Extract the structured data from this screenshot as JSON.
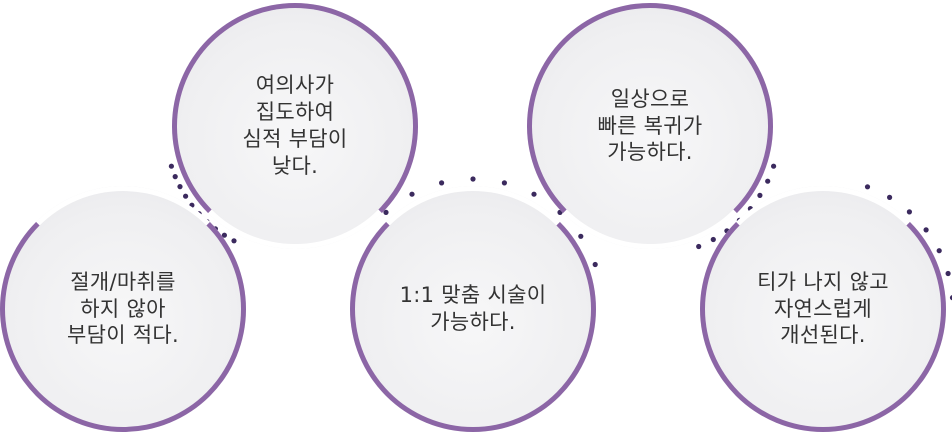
{
  "items": [
    {
      "text": "절개/마취를\n하지 않아\n부담이 적다."
    },
    {
      "text": "여의사가\n집도하여\n심적 부담이\n낮다."
    },
    {
      "text": "1:1 맞춤 시술이\n가능하다."
    },
    {
      "text": "일상으로\n빠른 복귀가\n가능하다."
    },
    {
      "text": "티가 나지 않고\n자연스럽게\n개선된다."
    }
  ],
  "colors": {
    "ring": "#8c66a6",
    "dot": "#3b2a5e",
    "fill": "#efeff1"
  }
}
